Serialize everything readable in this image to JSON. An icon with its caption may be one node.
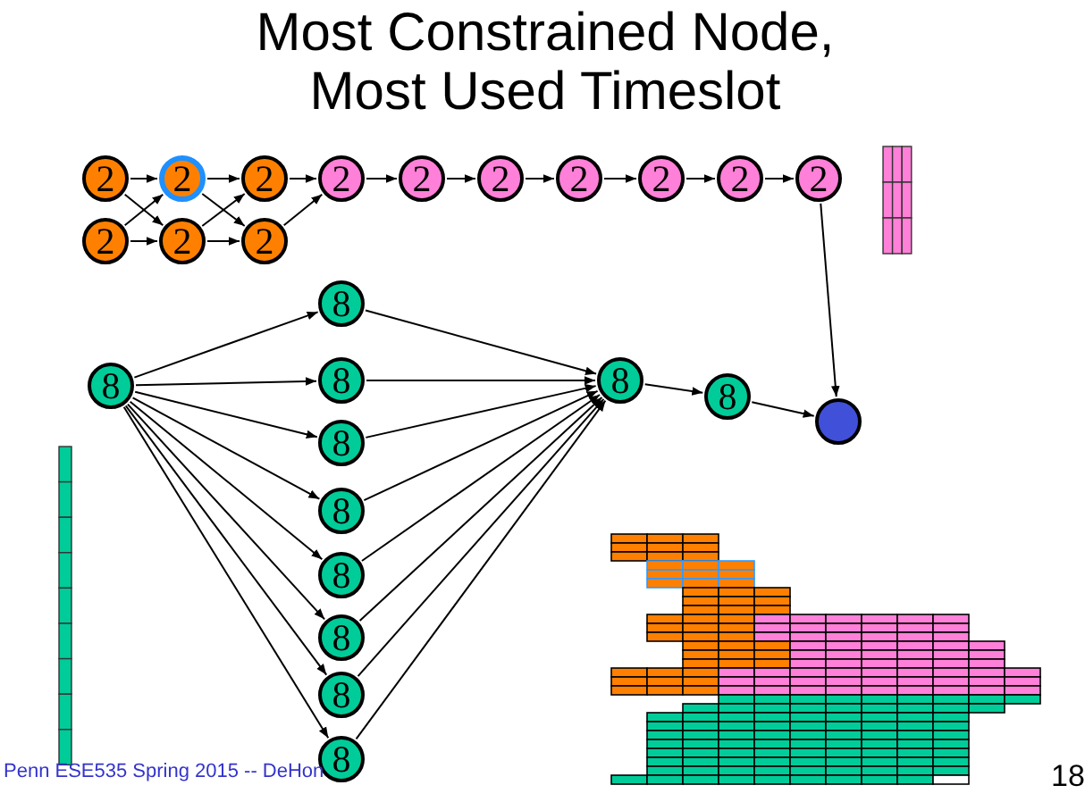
{
  "diagram": {
    "title": "Most Constrained Node, Most Used Timeslot",
    "nodes": [
      {
        "text": [
          "2"
        ]
      },
      {
        "text": [
          "2"
        ]
      },
      {
        "text": [
          "2"
        ]
      },
      {
        "text": [
          "2"
        ]
      },
      {
        "text": [
          "2"
        ]
      },
      {
        "text": [
          "2"
        ]
      },
      {
        "text": [
          "2"
        ]
      },
      {
        "text": [
          "2"
        ]
      },
      {
        "text": [
          "2"
        ]
      },
      {
        "text": [
          "2"
        ]
      },
      {
        "text": [
          "2"
        ]
      },
      {
        "text": [
          "2"
        ]
      },
      {
        "text": [
          "2"
        ]
      },
      {
        "text": [
          "8"
        ]
      },
      {
        "text": [
          "8"
        ]
      },
      {
        "text": [
          "8"
        ]
      },
      {
        "text": [
          "8"
        ]
      },
      {
        "text": [
          "8"
        ]
      },
      {
        "text": [
          "8"
        ]
      },
      {
        "text": [
          "8"
        ]
      },
      {
        "text": [
          "8"
        ]
      },
      {
        "text": [
          "8"
        ]
      },
      {
        "text": [
          "8"
        ]
      },
      {
        "text": [
          "8"
        ]
      },
      {
        "text": [],
        "shape": "circle"
      }
    ],
    "edges": [
      {
        "from": 0,
        "to": 1,
        "arrow": "to"
      },
      {
        "from": 0,
        "to": 11,
        "arrow": "to"
      },
      {
        "from": 10,
        "to": 1,
        "arrow": "to"
      },
      {
        "from": 10,
        "to": 11,
        "arrow": "to"
      },
      {
        "from": 1,
        "to": 2,
        "arrow": "to"
      },
      {
        "from": 1,
        "to": 12,
        "arrow": "to"
      },
      {
        "from": 11,
        "to": 2,
        "arrow": "to"
      },
      {
        "from": 11,
        "to": 12,
        "arrow": "to"
      },
      {
        "from": 2,
        "to": 3,
        "arrow": "to"
      },
      {
        "from": 12,
        "to": 3,
        "arrow": "to"
      },
      {
        "from": 3,
        "to": 4,
        "arrow": "to"
      },
      {
        "from": 4,
        "to": 5,
        "arrow": "to"
      },
      {
        "from": 5,
        "to": 6,
        "arrow": "to"
      },
      {
        "from": 6,
        "to": 7,
        "arrow": "to"
      },
      {
        "from": 7,
        "to": 8,
        "arrow": "to"
      },
      {
        "from": 8,
        "to": 9,
        "arrow": "to"
      },
      {
        "from": 9,
        "to": 24,
        "arrow": "to"
      },
      {
        "from": 13,
        "to": 14,
        "arrow": "to"
      },
      {
        "from": 13,
        "to": 15,
        "arrow": "to"
      },
      {
        "from": 13,
        "to": 16,
        "arrow": "to"
      },
      {
        "from": 13,
        "to": 17,
        "arrow": "to"
      },
      {
        "from": 13,
        "to": 18,
        "arrow": "to"
      },
      {
        "from": 13,
        "to": 19,
        "arrow": "to"
      },
      {
        "from": 13,
        "to": 20,
        "arrow": "to"
      },
      {
        "from": 13,
        "to": 21,
        "arrow": "to"
      },
      {
        "from": 14,
        "to": 22,
        "arrow": "to"
      },
      {
        "from": 15,
        "to": 22,
        "arrow": "to"
      },
      {
        "from": 16,
        "to": 22,
        "arrow": "to"
      },
      {
        "from": 17,
        "to": 22,
        "arrow": "to"
      },
      {
        "from": 18,
        "to": 22,
        "arrow": "to"
      },
      {
        "from": 19,
        "to": 22,
        "arrow": "to"
      },
      {
        "from": 20,
        "to": 22,
        "arrow": "to"
      },
      {
        "from": 21,
        "to": 22,
        "arrow": "to"
      },
      {
        "from": 22,
        "to": 23,
        "arrow": "to"
      },
      {
        "from": 23,
        "to": 24,
        "arrow": "to"
      }
    ],
    "labels": [
      "Penn ESE535 Spring 2015 -- DeHon",
      "18"
    ]
  }
}
